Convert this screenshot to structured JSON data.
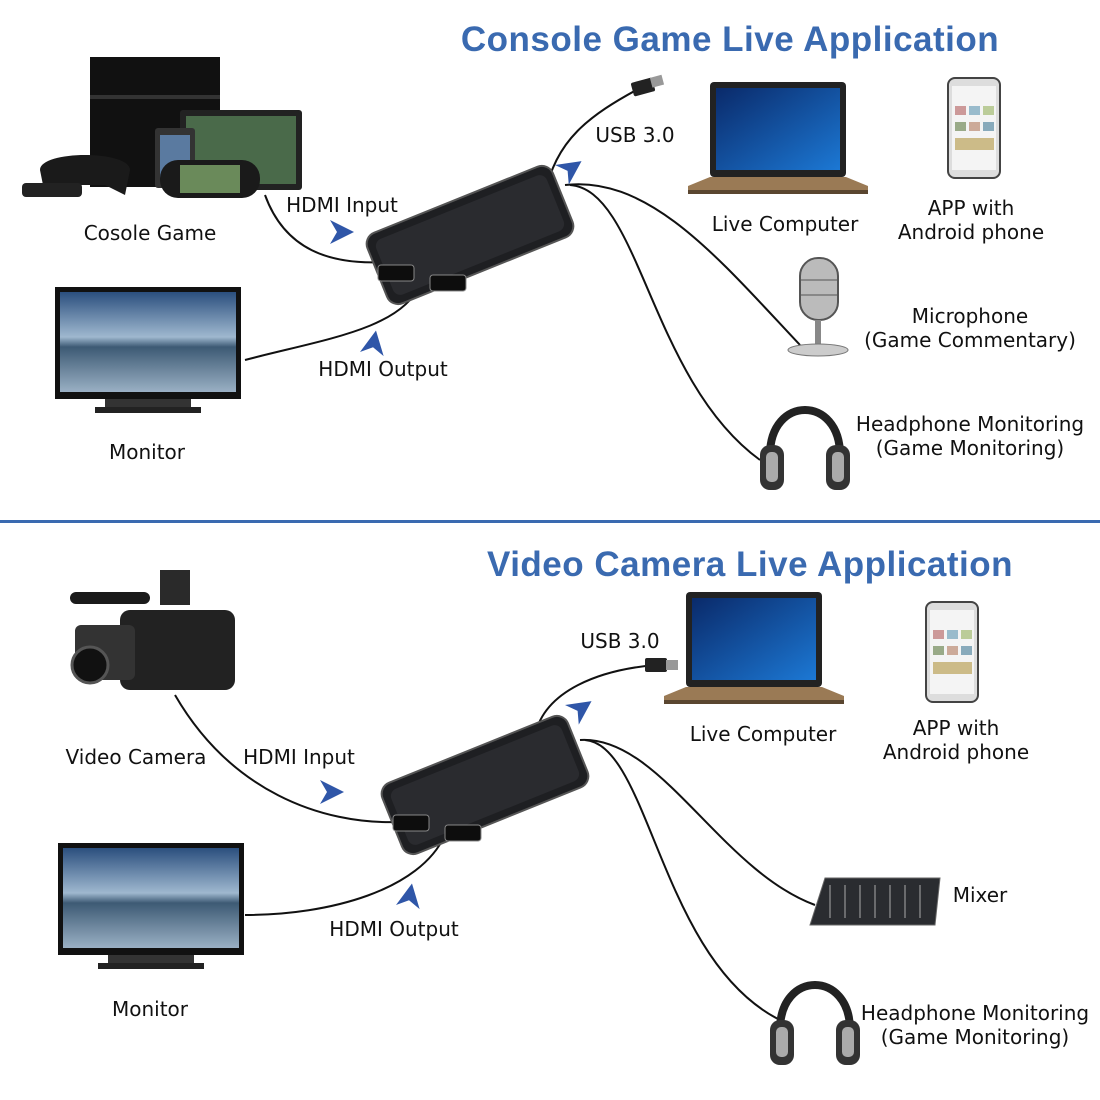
{
  "colors": {
    "title": "#3a6ab0",
    "divider": "#3a6ab0",
    "arrow": "#2f56a8",
    "cable": "#111111",
    "device": "#1e1f22"
  },
  "console_section": {
    "title": "Console Game Live Application",
    "source_label": "Cosole Game",
    "hdmi_input": "HDMI Input",
    "hdmi_output": "HDMI Output",
    "usb": "USB 3.0",
    "computer": "Live Computer",
    "phone": [
      "APP with",
      "Android phone"
    ],
    "microphone": [
      "Microphone",
      "(Game Commentary)"
    ],
    "headphone": [
      "Headphone Monitoring",
      "(Game Monitoring)"
    ],
    "monitor": "Monitor"
  },
  "camera_section": {
    "title": "Video Camera Live Application",
    "source_label": "Video Camera",
    "hdmi_input": "HDMI Input",
    "hdmi_output": "HDMI Output",
    "usb": "USB 3.0",
    "computer": "Live Computer",
    "phone": [
      "APP with",
      "Android phone"
    ],
    "mixer": "Mixer",
    "headphone": [
      "Headphone Monitoring",
      "(Game Monitoring)"
    ],
    "monitor": "Monitor"
  }
}
